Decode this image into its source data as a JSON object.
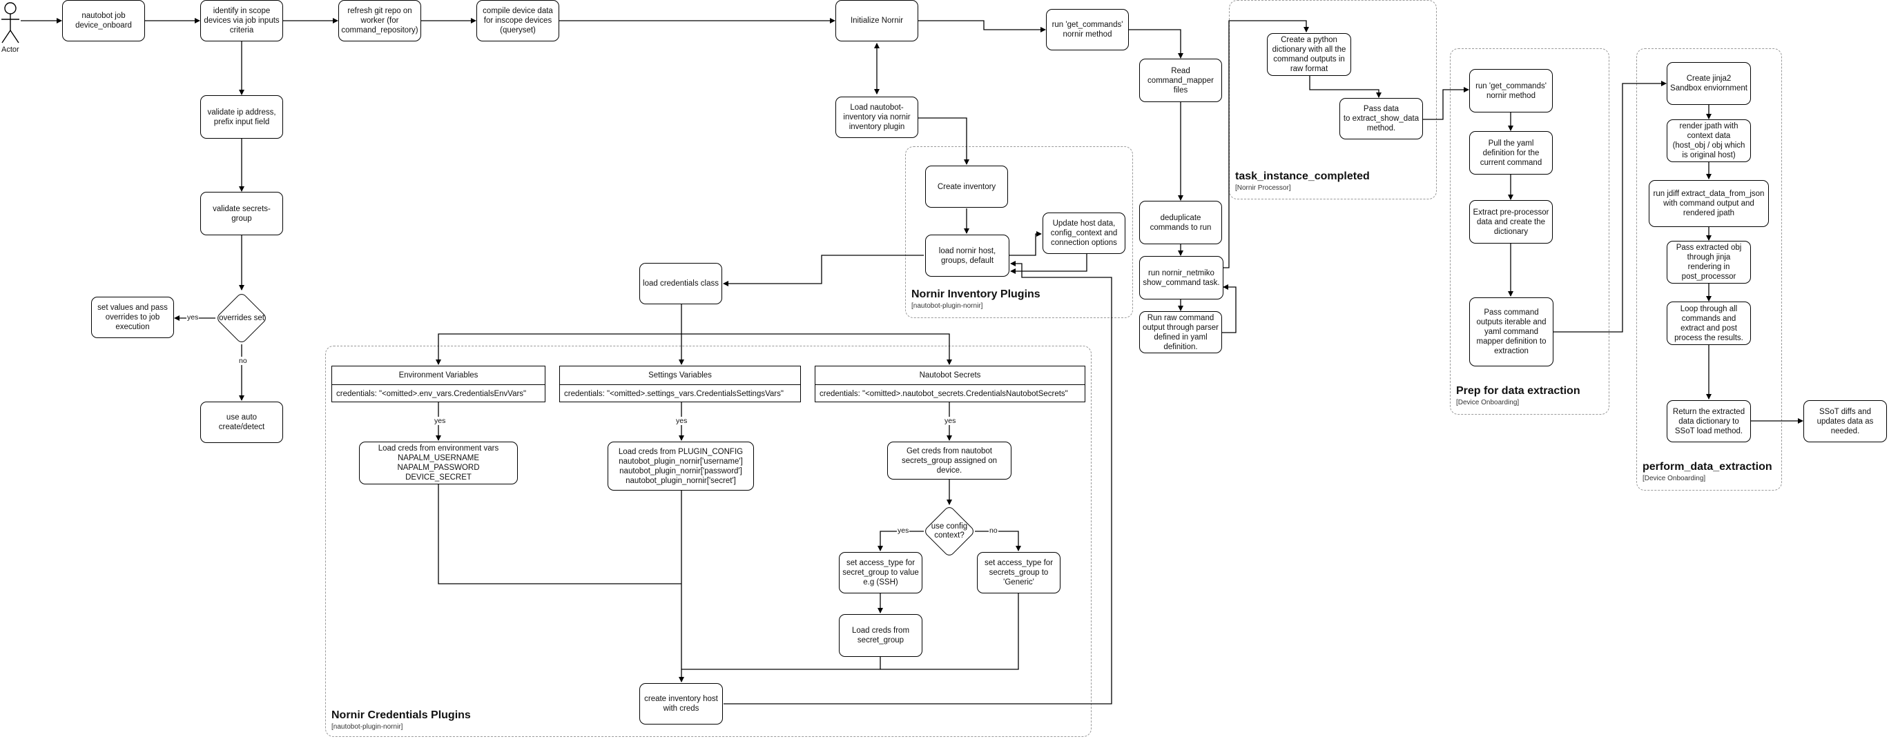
{
  "actor": {
    "label": "Actor"
  },
  "nodes": {
    "job": "nautobot job\ndevice_onboard",
    "identify": "identify in scope\ndevices via job inputs\ncriteria",
    "refresh": "refresh git repo on\nworker (for\ncommand_repository)",
    "compile": "compile device data\nfor inscope devices\n(queryset)",
    "init_nornir": "Initialize Nornir",
    "run_get_commands": "run 'get_commands'\nnornir method",
    "read_mapper": "Read\ncommand_mapper\nfiles",
    "validate_ip": "validate ip address,\nprefix input field",
    "validate_secrets": "validate secrets-\ngroup",
    "set_values": "set values and pass\noverrides to job\nexecution",
    "use_auto": "use auto\ncreate/detect",
    "load_inventory": "Load nautobot-\ninventory via nornir\ninventory plugin",
    "create_inventory": "Create inventory",
    "load_host": "load nornir host,\ngroups, default",
    "update_host": "Update host data,\nconfig_context and\nconnection options",
    "load_creds_class": "load credentials class",
    "dedup": "deduplicate\ncommands to run",
    "run_netmiko": "run nornir_netmiko\nshow_command task.",
    "run_raw": "Run raw command\noutput through parser\ndefined in yaml\ndefinition.",
    "create_py_dict": "Create a python\ndictionary with all the\ncommand outputs in\nraw format",
    "pass_extract": "Pass data\nto extract_show_data\nmethod.",
    "prep_run_get": "run 'get_commands'\nnornir method",
    "pull_yaml": "Pull the yaml\ndefinition for the\ncurrent command",
    "extract_pre": "Extract pre-processor\ndata and create the\ndictionary",
    "pass_cmd_outputs": "Pass command\noutputs iterable and\nyaml command\nmapper definition to\nextraction",
    "create_jinja": "Create jinja2\nSandbox enviornment",
    "render_jpath": "render jpath with\ncontext data\n(host_obj / obj which\nis original host)",
    "run_jdiff": "run jdiff extract_data_from_json\nwith command output and\nrendered jpath",
    "pass_extracted": "Pass extracted obj\nthrough jinja\nrendering in\npost_processor",
    "loop_all": "Loop through all\ncommands and\nextract and post\nprocess the results.",
    "return_dict": "Return the extracted\ndata dictionary to\nSSoT load method.",
    "ssot_diffs": "SSoT diffs and\nupdates data as\nneeded.",
    "load_env_creds": "Load creds from environment vars\nNAPALM_USERNAME\nNAPALM_PASSWORD\nDEVICE_SECRET",
    "load_plugin_creds": "Load creds from PLUGIN_CONFIG\nnautobot_plugin_nornir['username']\nnautobot_plugin_nornir['password']\nnautobot_plugin_nornir['secret']",
    "get_secrets_group": "Get creds from nautobot\nsecrets_group assigned on\ndevice.",
    "set_access_ssh": "set access_type for\nsecret_group to value\ne.g (SSH)",
    "set_access_generic": "set access_type for\nsecrets_group to\n'Generic'",
    "load_from_secret": "Load creds from\nsecret_group",
    "create_inv_host": "create inventory host\nwith creds"
  },
  "decisions": {
    "overrides": "overrides set",
    "use_config": "use config\ncontext?"
  },
  "edge_labels": {
    "yes_overrides": "yes",
    "no_overrides": "no",
    "yes_env": "yes",
    "yes_settings": "yes",
    "yes_secrets": "yes",
    "yes_config": "yes",
    "no_config": "no"
  },
  "classes": {
    "env": {
      "header": "Environment Variables",
      "field": "credentials: \"<omitted>.env_vars.CredentialsEnvVars\""
    },
    "settings": {
      "header": "Settings Variables",
      "field": "credentials: \"<omitted>.settings_vars.CredentialsSettingsVars\""
    },
    "secrets": {
      "header": "Nautobot Secrets",
      "field": "credentials: \"<omitted>.nautobot_secrets.CredentialsNautobotSecrets\""
    }
  },
  "groups": {
    "inventory": {
      "title": "Nornir Inventory Plugins",
      "subtitle": "[nautobot-plugin-nornir]"
    },
    "credentials": {
      "title": "Nornir Credentials Plugins",
      "subtitle": "[nautobot-plugin-nornir]"
    },
    "task": {
      "title": "task_instance_completed",
      "subtitle": "[Nornir Processor]"
    },
    "prep": {
      "title": "Prep for data extraction",
      "subtitle": "[Device Onboarding]"
    },
    "perform": {
      "title": "perform_data_extraction",
      "subtitle": "[Device Onboarding]"
    }
  }
}
